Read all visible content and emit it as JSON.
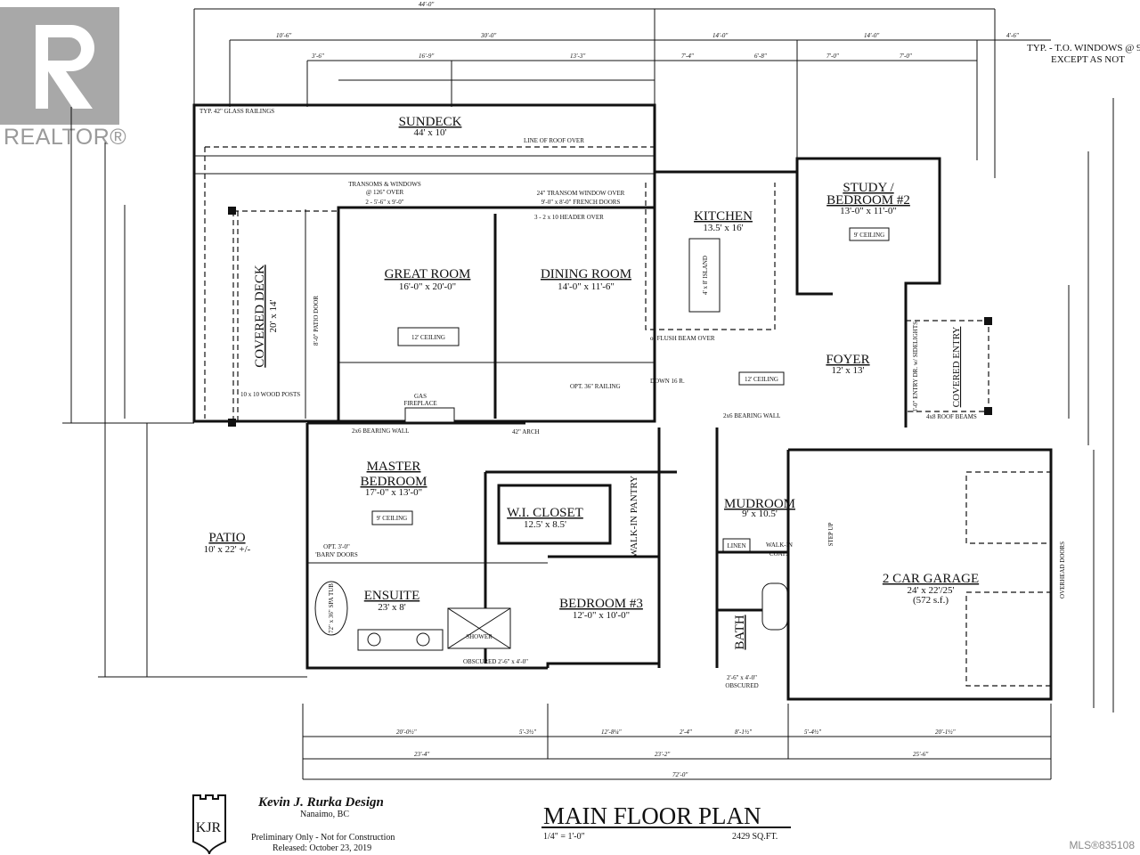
{
  "watermark": {
    "brand": "REALTOR®",
    "mls": "MLS®835108"
  },
  "notes": {
    "windows_note_1": "TYP. - T.O. WINDOWS @ 9",
    "windows_note_2": "EXCEPT AS NOT",
    "glass_railings": "TYP. 42\" GLASS RAILINGS",
    "roof_line": "LINE    OF    ROOF    OVER",
    "transoms_1": "TRANSOMS & WINDOWS",
    "transoms_2": "@ 126\" OVER",
    "transoms_3": "2 - 5'-6\" x 9'-0\"",
    "french_1": "24\" TRANSOM WINDOW OVER",
    "french_2": "9'-0\" x 8'-0\" FRENCH DOORS",
    "header_over": "3 - 2 x 10 HEADER OVER",
    "gas_fireplace_1": "GAS",
    "gas_fireplace_2": "FIREPLACE",
    "bearing_wall": "2x6   BEARING   WALL",
    "bearing_wall_2": "2x6 BEARING WALL",
    "flush_beam": "or     FLUSH     BEAM     OVER",
    "obscured_1": "OBSCURED  2'-6\" x 4'-0\"",
    "obscured_2": "2'-6\" x 4'-0\"",
    "obscured_3": "OBSCURED",
    "barn_doors_1": "OPT. 3'-0\"",
    "barn_doors_2": "'BARN' DOORS",
    "wood_posts": "10 x 10 WOOD POSTS",
    "roof_beams": "4x8 ROOF BEAMS",
    "down": "DOWN 16 R.",
    "railing": "OPT. 36\" RAILING",
    "arch": "42\" ARCH",
    "spa_tub": "72\" x 36\" SPA TUB",
    "shower": "SHOWER",
    "overhead_doors": "OVERHEAD DOORS",
    "step_up": "STEP UP",
    "patio_door": "8'-0\" PATIO DOOR",
    "entry_door": "3'-0\" ENTRY DR. w/ SIDELIGHTS"
  },
  "rooms": {
    "sundeck": {
      "name": "SUNDECK",
      "size": "44' x 10'"
    },
    "covered_deck": {
      "name": "COVERED DECK",
      "size": "20' x 14'"
    },
    "great_room": {
      "name": "GREAT ROOM",
      "size": "16'-0\" x 20'-0\"",
      "ceiling": "12' CEILING"
    },
    "dining_room": {
      "name": "DINING ROOM",
      "size": "14'-0\" x 11'-6\""
    },
    "kitchen": {
      "name": "KITCHEN",
      "size": "13.5' x 16'",
      "island": "4' x 8' ISLAND"
    },
    "study": {
      "name_1": "STUDY /",
      "name_2": "BEDROOM #2",
      "size": "13'-0\" x 11'-0\"",
      "ceiling": "9' CEILING"
    },
    "foyer": {
      "name": "FOYER",
      "size": "12' x 13'",
      "ceiling": "12' CEILING"
    },
    "covered_entry": {
      "name": "COVERED ENTRY"
    },
    "master_bedroom": {
      "name_1": "MASTER",
      "name_2": "BEDROOM",
      "size": "17'-0\" x 13'-0\"",
      "ceiling": "9' CEILING"
    },
    "wi_closet": {
      "name": "W.I. CLOSET",
      "size": "12.5' x 8.5'"
    },
    "pantry": {
      "name": "WALK-IN PANTRY"
    },
    "mudroom": {
      "name": "MUDROOM",
      "size": "9' x 10.5'"
    },
    "linen": {
      "name": "LINEN"
    },
    "coats": {
      "name_1": "WALK-IN",
      "name_2": "COATS"
    },
    "patio": {
      "name": "PATIO",
      "size": "10' x 22' +/-"
    },
    "ensuite": {
      "name": "ENSUITE",
      "size": "23' x 8'"
    },
    "bedroom_3": {
      "name": "BEDROOM #3",
      "size": "12'-0\" x 10'-0\""
    },
    "bath": {
      "name": "BATH"
    },
    "garage": {
      "name": "2 CAR GARAGE",
      "size": "24' x 22'/25'",
      "area": "(572 s.f.)"
    }
  },
  "dimensions": {
    "top": [
      "44'-0\"",
      "10'-6\"",
      "30'-0\"",
      "14'-0\"",
      "14'-0\"",
      "4'-6\"",
      "3'-6\"",
      "16'-9\"",
      "13'-3\"",
      "7'-4\"",
      "6'-8\"",
      "7'-0\"",
      "7'-0\""
    ],
    "bottom": [
      "20'-0½\"",
      "5'-3½\"",
      "12'-8¼\"",
      "2'-4\"",
      "8'-1½\"",
      "5'-4½\"",
      "20'-1½\"",
      "23'-4\"",
      "23'-2\"",
      "25'-6\"",
      "72'-0\""
    ]
  },
  "title_block": {
    "firm": "Kevin J. Rurka Design",
    "location": "Nanaimo, BC",
    "disclaimer": "Preliminary Only - Not for Construction",
    "released": "Released:  October 23, 2019",
    "logo": "KJR",
    "title": "MAIN FLOOR PLAN",
    "scale": "1/4\" = 1'-0\"",
    "area": "2429 SQ.FT."
  }
}
